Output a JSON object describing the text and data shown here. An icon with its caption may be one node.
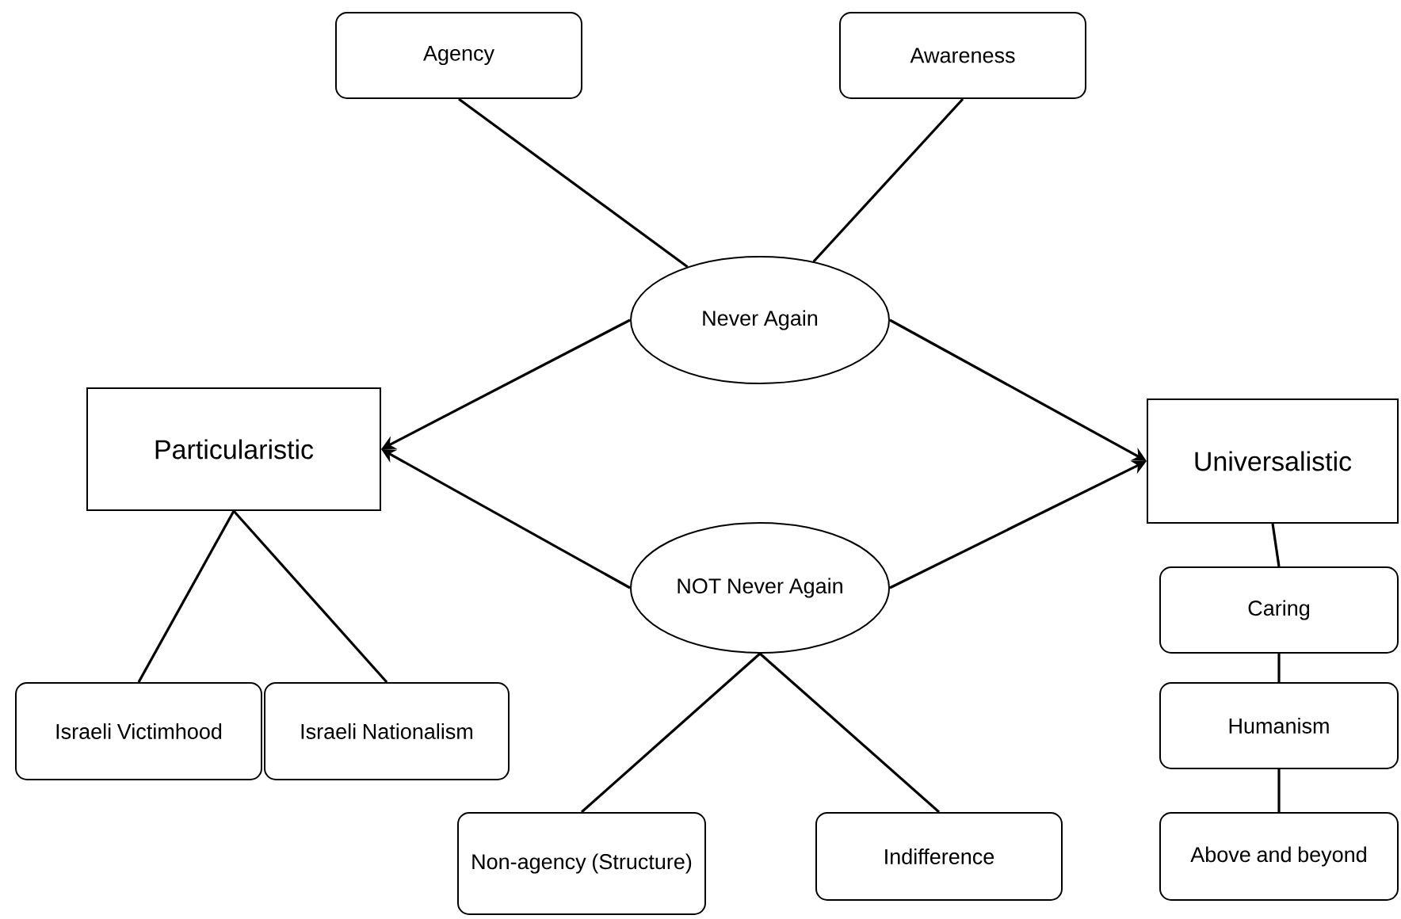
{
  "diagram": {
    "nodes": [
      {
        "text": [
          "Agency"
        ]
      },
      {
        "text": [
          "Awareness"
        ]
      },
      {
        "text": [
          "Never Again"
        ]
      },
      {
        "text": [
          "Particularistic"
        ]
      },
      {
        "text": [
          "Universalistic"
        ]
      },
      {
        "text": [
          "NOT Never Again"
        ]
      },
      {
        "text": [
          "Israeli Victimhood"
        ]
      },
      {
        "text": [
          "Israeli Nationalism"
        ]
      },
      {
        "text": [
          "Non-agency (Structure)"
        ]
      },
      {
        "text": [
          "Indifference"
        ]
      },
      {
        "text": [
          "Caring"
        ]
      },
      {
        "text": [
          "Humanism"
        ]
      },
      {
        "text": [
          "Above and beyond"
        ]
      }
    ],
    "edges": [
      {
        "from": 0,
        "to": 2,
        "arrow": "none"
      },
      {
        "from": 1,
        "to": 2,
        "arrow": "none"
      },
      {
        "from": 2,
        "to": 3,
        "arrow": "to"
      },
      {
        "from": 2,
        "to": 4,
        "arrow": "to"
      },
      {
        "from": 5,
        "to": 3,
        "arrow": "to"
      },
      {
        "from": 5,
        "to": 4,
        "arrow": "to"
      },
      {
        "from": 3,
        "to": 6,
        "arrow": "none"
      },
      {
        "from": 3,
        "to": 7,
        "arrow": "none"
      },
      {
        "from": 5,
        "to": 8,
        "arrow": "none"
      },
      {
        "from": 5,
        "to": 9,
        "arrow": "none"
      },
      {
        "from": 4,
        "to": 10,
        "arrow": "none"
      },
      {
        "from": 10,
        "to": 11,
        "arrow": "none"
      },
      {
        "from": 11,
        "to": 12,
        "arrow": "none"
      }
    ]
  }
}
